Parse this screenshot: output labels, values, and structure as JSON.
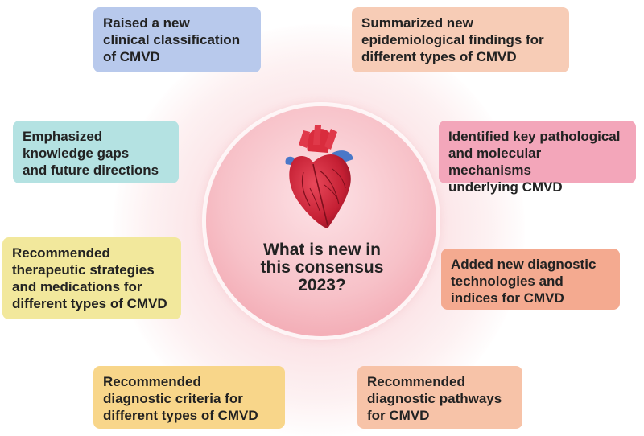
{
  "center": {
    "lines": [
      "What is new in",
      "this consensus",
      "2023?"
    ],
    "icon": "heart-icon"
  },
  "boxes": [
    {
      "id": "classification",
      "lines": [
        "Raised a new",
        "clinical classification",
        "of CMVD"
      ],
      "color": "#b8c9ec"
    },
    {
      "id": "epidemiology",
      "lines": [
        "Summarized new",
        "epidemiological findings for",
        "different types of CMVD"
      ],
      "color": "#f7ccb6"
    },
    {
      "id": "knowledge-gaps",
      "lines": [
        "Emphasized",
        "knowledge gaps",
        "and future directions"
      ],
      "color": "#b4e2e2"
    },
    {
      "id": "mechanisms",
      "lines": [
        "Identified key pathological",
        "and molecular mechanisms",
        "underlying CMVD"
      ],
      "color": "#f3a6ba"
    },
    {
      "id": "therapeutic",
      "lines": [
        "Recommended",
        "therapeutic strategies",
        "and medications for",
        "different types of CMVD"
      ],
      "color": "#f2e89c"
    },
    {
      "id": "diagnostic-tech",
      "lines": [
        "Added new diagnostic",
        "technologies and",
        "indices for CMVD"
      ],
      "color": "#f4aa90"
    },
    {
      "id": "diagnostic-criteria",
      "lines": [
        "Recommended",
        "diagnostic criteria for",
        "different types of CMVD"
      ],
      "color": "#f8d68a"
    },
    {
      "id": "diagnostic-pathways",
      "lines": [
        "Recommended",
        "diagnostic pathways",
        "for CMVD"
      ],
      "color": "#f7c3a8"
    }
  ]
}
